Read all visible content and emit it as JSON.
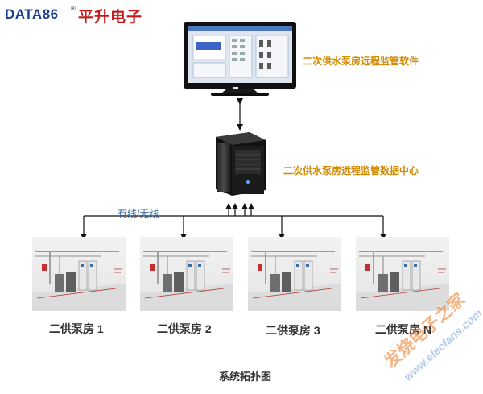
{
  "brand": {
    "latin": "DATA86",
    "registered": "®",
    "chinese": "平升电子"
  },
  "captions": {
    "software": "二次供水泵房远程监管软件",
    "data_center": "二次供水泵房远程监管数据中心"
  },
  "link_label": "有线/无线",
  "pump_rooms": [
    {
      "label": "二供泵房 1"
    },
    {
      "label": "二供泵房 2"
    },
    {
      "label": "二供泵房 3"
    },
    {
      "label": "二供泵房 N"
    }
  ],
  "diagram_title": "系统拓扑图",
  "watermark": {
    "main": "发烧电子之家",
    "sub": "www.elecfans.com"
  }
}
